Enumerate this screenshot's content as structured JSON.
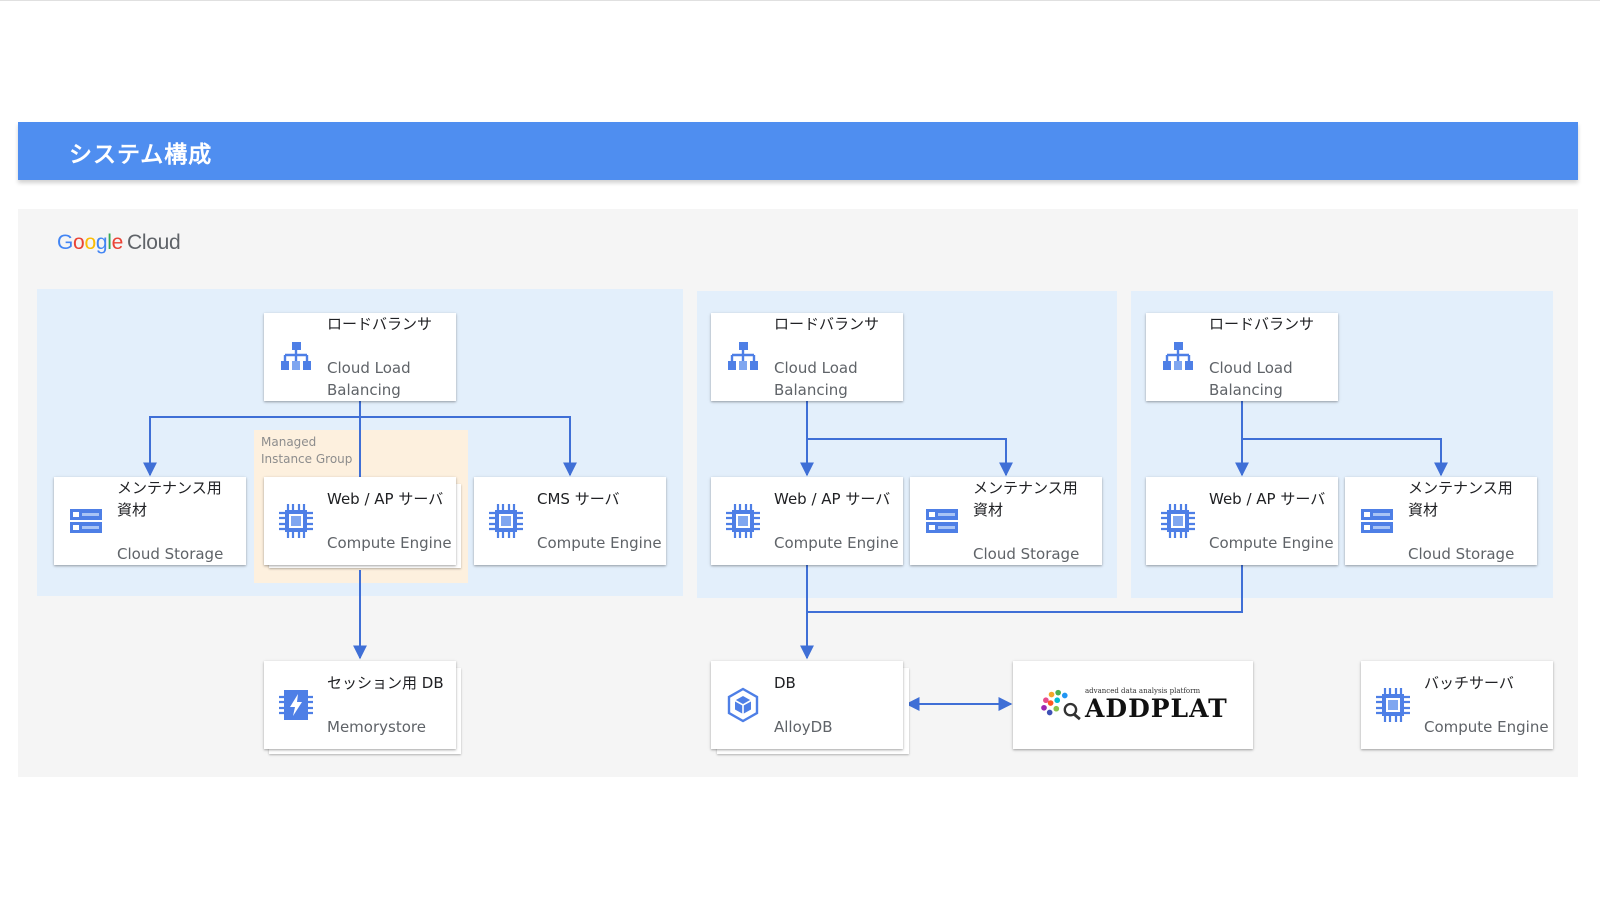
{
  "header": {
    "title": "システム構成"
  },
  "brand": {
    "google": [
      "G",
      "o",
      "o",
      "g",
      "l",
      "e"
    ],
    "cloud": "Cloud",
    "colors": [
      "#4285F4",
      "#EA4335",
      "#FBBC05",
      "#4285F4",
      "#34A853",
      "#EA4335"
    ]
  },
  "mig": {
    "label": "Managed\nInstance Group"
  },
  "cards": {
    "lb1": {
      "title": "ロードバランサ",
      "sub": "Cloud Load\nBalancing",
      "icon": "load-balancer-icon"
    },
    "maint1": {
      "title": "メンテナンス用\n資材",
      "sub": "Cloud Storage",
      "icon": "storage-icon"
    },
    "web1": {
      "title": "Web / AP サーバ",
      "sub": "Compute Engine",
      "icon": "compute-engine-icon"
    },
    "cms": {
      "title": "CMS サーバ",
      "sub": "Compute Engine",
      "icon": "compute-engine-icon"
    },
    "session": {
      "title": "セッション用 DB",
      "sub": "Memorystore",
      "icon": "memorystore-icon"
    },
    "lb2": {
      "title": "ロードバランサ",
      "sub": "Cloud Load\nBalancing",
      "icon": "load-balancer-icon"
    },
    "web2": {
      "title": "Web / AP サーバ",
      "sub": "Compute Engine",
      "icon": "compute-engine-icon"
    },
    "maint2": {
      "title": "メンテナンス用\n資材",
      "sub": "Cloud Storage",
      "icon": "storage-icon"
    },
    "lb3": {
      "title": "ロードバランサ",
      "sub": "Cloud Load\nBalancing",
      "icon": "load-balancer-icon"
    },
    "web3": {
      "title": "Web / AP サーバ",
      "sub": "Compute Engine",
      "icon": "compute-engine-icon"
    },
    "maint3": {
      "title": "メンテナンス用\n資材",
      "sub": "Cloud Storage",
      "icon": "storage-icon"
    },
    "db": {
      "title": "DB",
      "sub": "AlloyDB",
      "icon": "alloydb-icon"
    },
    "batch": {
      "title": "バッチサーバ",
      "sub": "Compute Engine",
      "icon": "compute-engine-icon"
    }
  },
  "addplat": {
    "tagline": "advanced data analysis platform",
    "name": "ADDPLAT",
    "icon": "addplat-logo-icon"
  },
  "colors": {
    "accent": "#4f8ef0",
    "line": "#3f6fd6",
    "section": "#e3effb",
    "mig": "#fdf0de",
    "panel": "#f5f5f5"
  }
}
